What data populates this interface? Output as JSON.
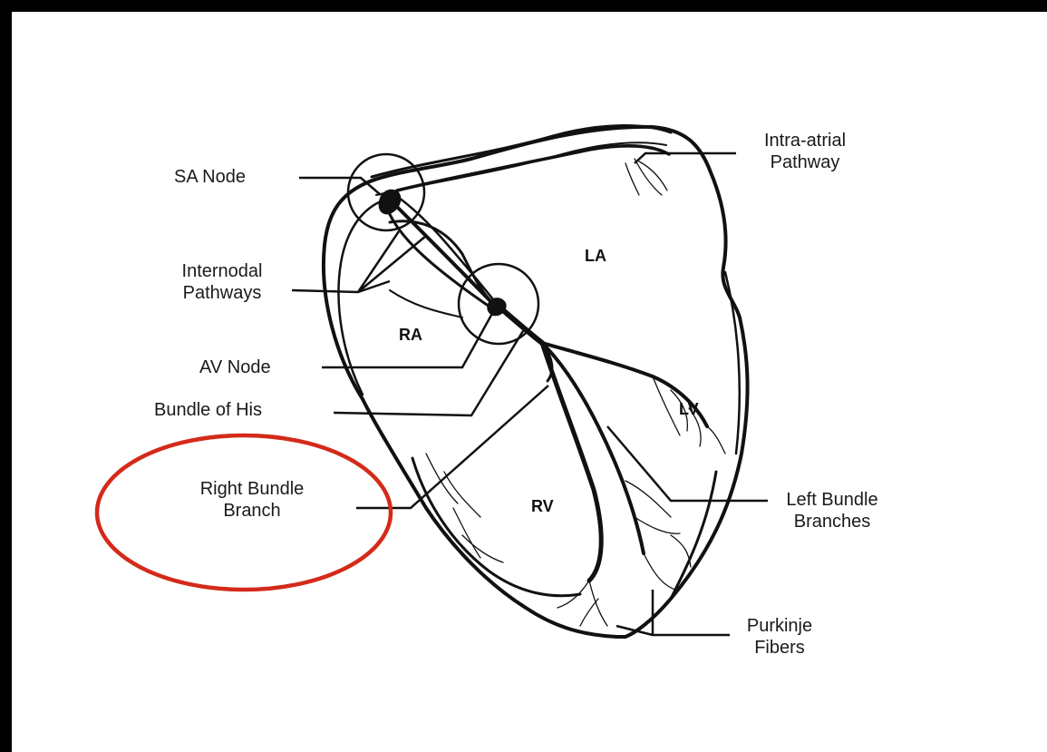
{
  "labels": {
    "sa_node": "SA Node",
    "intra_atrial_line1": "Intra-atrial",
    "intra_atrial_line2": "Pathway",
    "internodal_line1": "Internodal",
    "internodal_line2": "Pathways",
    "av_node": "AV Node",
    "bundle_of_his": "Bundle of His",
    "right_bundle_line1": "Right Bundle",
    "right_bundle_line2": "Branch",
    "left_bundle_line1": "Left Bundle",
    "left_bundle_line2": "Branches",
    "purkinje_line1": "Purkinje",
    "purkinje_line2": "Fibers"
  },
  "chambers": {
    "la": "LA",
    "ra": "RA",
    "lv": "LV",
    "rv": "RV"
  },
  "colors": {
    "highlight": "#d42a1a",
    "ink": "#111111",
    "background": "#ffffff",
    "border": "#000000"
  },
  "highlighted_label": "right_bundle"
}
